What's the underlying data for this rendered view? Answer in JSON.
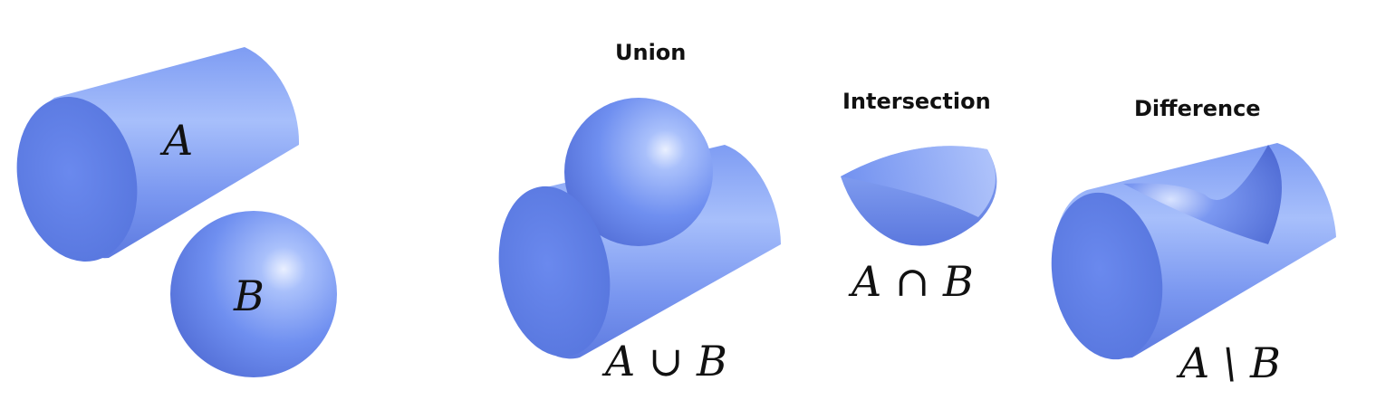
{
  "colors": {
    "shape_base": "#6f8ff0",
    "shape_light": "#a9c0fb",
    "shape_dark": "#5674d6",
    "text": "#111111"
  },
  "labels": {
    "set_a": "A",
    "set_b": "B",
    "union_title": "Union",
    "union_expr": "A ∪ B",
    "intersection_title": "Intersection",
    "intersection_expr": "A ∩ B",
    "difference_title": "Difference",
    "difference_expr": "A \\ B"
  }
}
